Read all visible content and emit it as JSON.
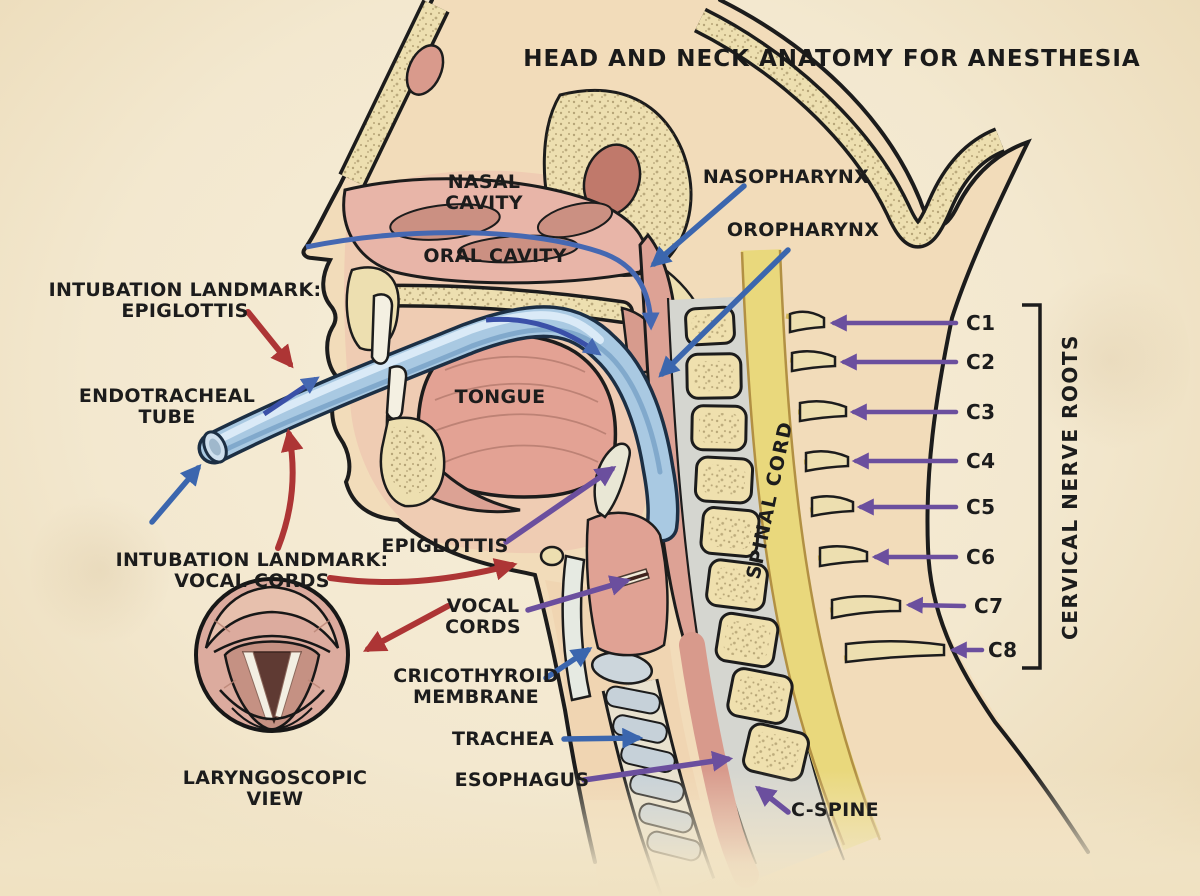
{
  "title": "HEAD AND NECK ANATOMY FOR ANESTHESIA",
  "labels": {
    "nasal_cavity": "NASAL\nCAVITY",
    "oral_cavity": "ORAL CAVITY",
    "nasopharynx": "NASOPHARYNX",
    "oropharynx": "OROPHARYNX",
    "tongue": "TONGUE",
    "intubation_epiglottis": "INTUBATION LANDMARK:\nEPIGLOTTIS",
    "endotracheal_tube": "ENDOTRACHEAL\nTUBE",
    "intubation_vocal_cords": "INTUBATION LANDMARK:\nVOCAL CORDS",
    "epiglottis": "EPIGLOTTIS",
    "vocal_cords": "VOCAL\nCORDS",
    "cricothyroid_membrane": "CRICOTHYROID\nMEMBRANE",
    "trachea": "TRACHEA",
    "esophagus": "ESOPHAGUS",
    "laryngoscopic_view": "LARYNGOSCOPIC\nVIEW",
    "c_spine": "C-SPINE",
    "spinal_cord": "SPINAL CORD",
    "cervical_nerve_roots": "CERVICAL NERVE ROOTS"
  },
  "cervical_roots": [
    "C1",
    "C2",
    "C3",
    "C4",
    "C5",
    "C6",
    "C7",
    "C8"
  ],
  "colors": {
    "background": "#f3e8cf",
    "outline": "#1c1c1c",
    "arrow_red": "#ad3535",
    "arrow_blue": "#3b66ae",
    "airway_blue": "#4568b2",
    "arrow_purple": "#6b4f9e",
    "tube_blue": "#a9c9e2",
    "bone_tan": "#eddfb0",
    "tissue_pink": "#e5ab9d",
    "deep_pink": "#dda295",
    "spinal_cord_yellow": "#e9d87c",
    "cartilage_gray": "#c6d1d9"
  }
}
